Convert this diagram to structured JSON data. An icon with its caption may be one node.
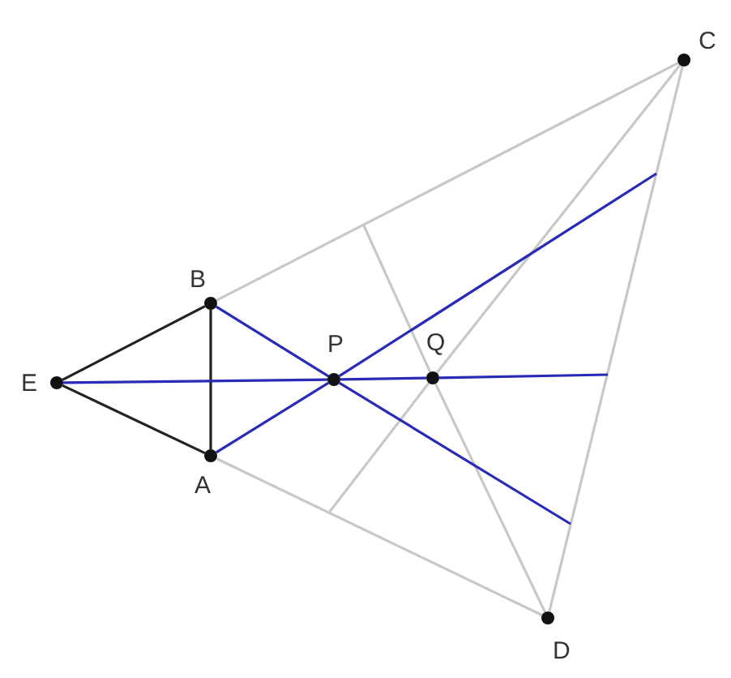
{
  "diagram": {
    "nodes": [
      {
        "text": [
          "C"
        ]
      },
      {
        "text": [
          "B"
        ]
      },
      {
        "text": [
          "E"
        ]
      },
      {
        "text": [
          "P"
        ]
      },
      {
        "text": [
          "Q"
        ]
      },
      {
        "text": [
          "A"
        ]
      },
      {
        "text": [
          "D"
        ]
      }
    ],
    "edges": [
      {
        "from": 2,
        "to": 1,
        "arrow": "none",
        "color": "#222222"
      },
      {
        "from": 2,
        "to": 5,
        "arrow": "none",
        "color": "#222222"
      },
      {
        "from": 1,
        "to": 5,
        "arrow": "none",
        "color": "#222222"
      },
      {
        "from": 1,
        "to": 0,
        "arrow": "none"
      },
      {
        "from": 5,
        "to": 6,
        "arrow": "none"
      },
      {
        "from": 0,
        "to": 6,
        "arrow": "none"
      },
      {
        "from": 0,
        "to": 4,
        "arrow": "none"
      },
      {
        "from": 4,
        "to": null,
        "arrow": "none"
      },
      {
        "from": 6,
        "to": 4,
        "arrow": "none"
      },
      {
        "from": 4,
        "to": null,
        "arrow": "none"
      },
      {
        "from": 2,
        "to": 3,
        "arrow": "none",
        "color": "#2a2ab8"
      },
      {
        "from": 3,
        "to": 4,
        "arrow": "none",
        "color": "#2a2ab8"
      },
      {
        "from": 4,
        "to": null,
        "arrow": "none",
        "color": "#2a2ab8"
      },
      {
        "from": 1,
        "to": 3,
        "arrow": "none",
        "color": "#2a2ab8"
      },
      {
        "from": 3,
        "to": null,
        "arrow": "none",
        "color": "#2a2ab8"
      },
      {
        "from": 5,
        "to": 3,
        "arrow": "none",
        "color": "#2a2ab8"
      },
      {
        "from": 3,
        "to": null,
        "arrow": "none",
        "color": "#2a2ab8"
      }
    ]
  }
}
